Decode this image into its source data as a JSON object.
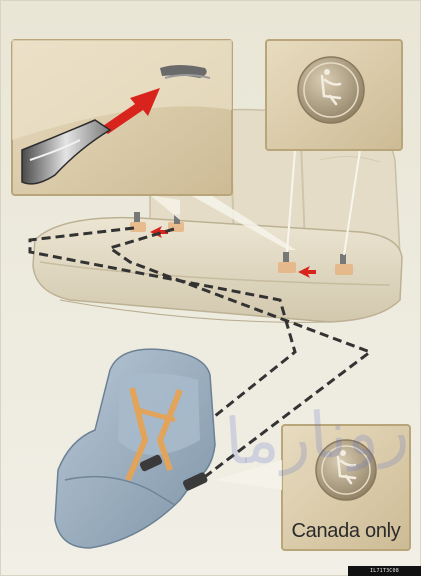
{
  "insets": {
    "canada_label": "Canada only"
  },
  "figure_code": "IL71T3C08",
  "watermark_text": "رونارما",
  "colors": {
    "background": "#eee9d8",
    "seat_fabric": "#ddd4be",
    "child_seat": "#9fb3c3",
    "arrow": "#d9231d",
    "dashed_line": "#333333",
    "inset_frame": "#c9b896"
  }
}
